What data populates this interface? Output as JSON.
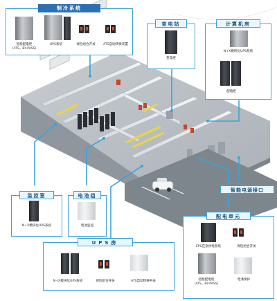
{
  "title": "Modular UPS power distribution diagram",
  "refrigeration": {
    "title": "制冷系统",
    "items": [
      "智能配电柜",
      "（ATS，BY-PASS）",
      "UPS系统",
      "保险组合开关",
      "ATS自动转换装置"
    ]
  },
  "substation": {
    "title": "变电站",
    "items": [
      "变电柜"
    ]
  },
  "computer_room": {
    "title": "计算机房",
    "items": [
      "N+X模块化UPS系统",
      "配电柜"
    ]
  },
  "monitoring_room": {
    "title": "监控室",
    "items": [
      "N+X模块化UPS系统"
    ]
  },
  "battery_room": {
    "title": "电池组",
    "items": [
      "电池监控"
    ]
  },
  "smart_interface": {
    "title": "智能电源接口"
  },
  "distribution_unit": {
    "title": "配电单元",
    "items": [
      "EPS应急供电系统",
      "保险组合开关",
      "智能配电柜",
      "（ATS，BY-PASS）",
      "电涌保护"
    ]
  },
  "ups_room": {
    "title": "UPS房",
    "items": [
      "N+X模块化UPS系统",
      "保险组合开关",
      "ATS自动转换开关"
    ]
  },
  "colors": {
    "accent": "#3aa3d8",
    "header": "#2d6fb3",
    "rack_dark": "#2a2e33",
    "cable_yellow": "#e8d44a"
  }
}
